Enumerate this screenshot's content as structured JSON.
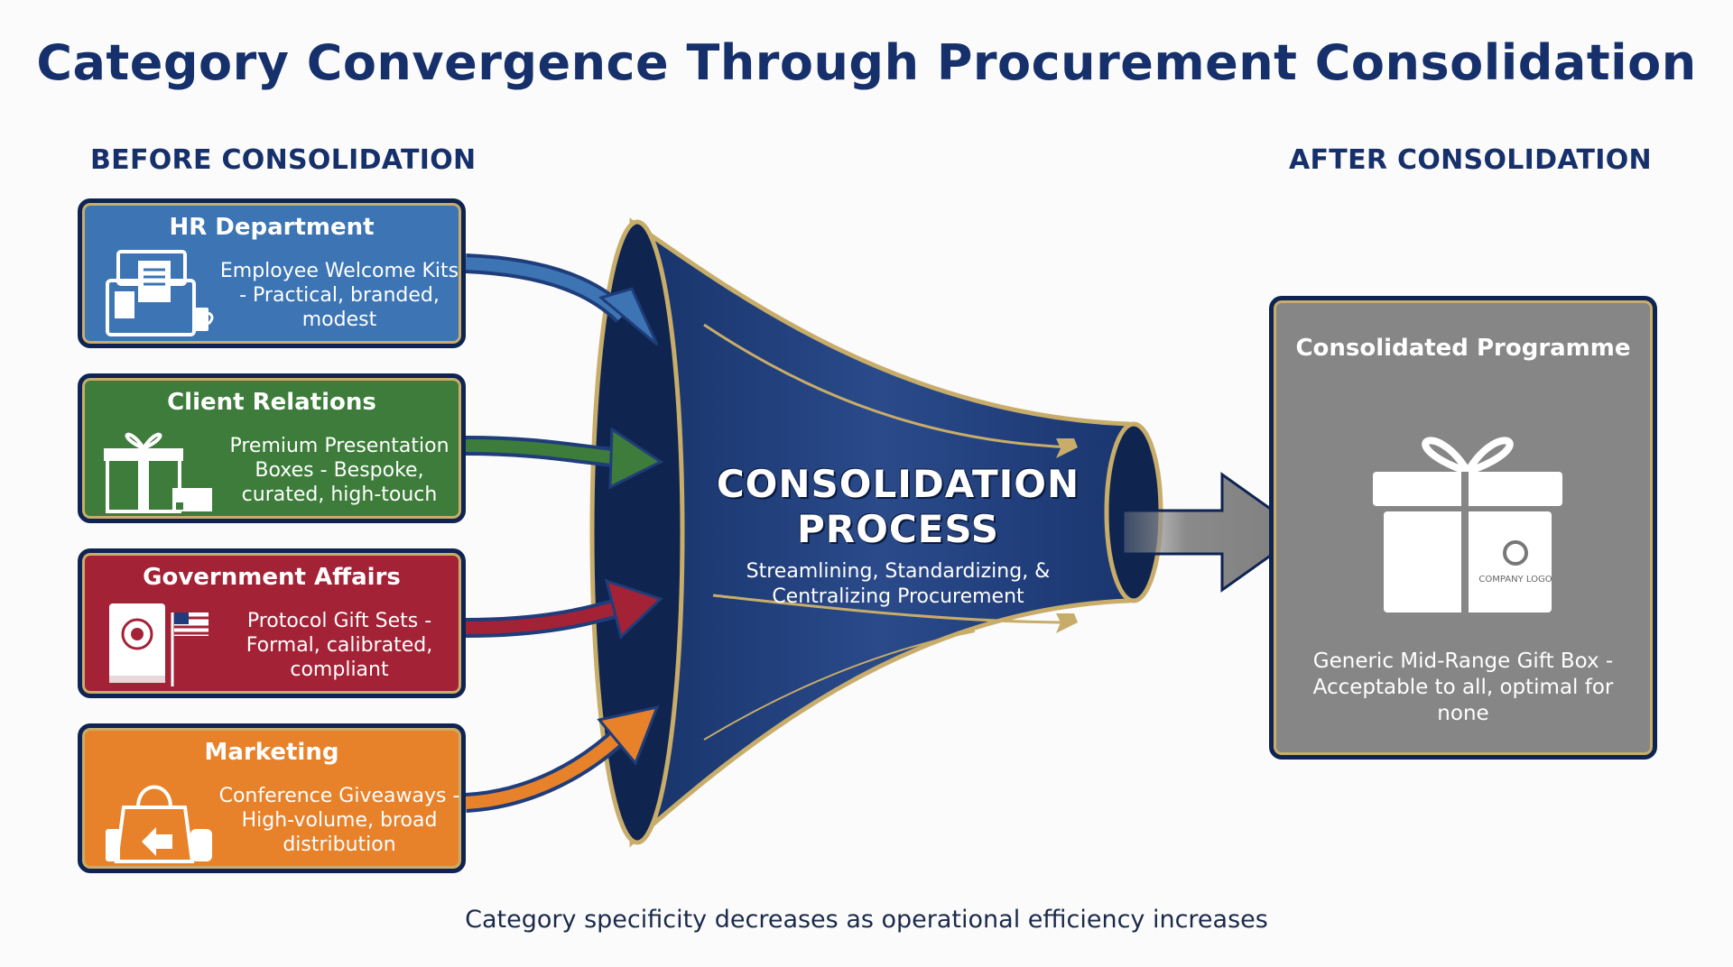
{
  "title": "Category Convergence Through Procurement Consolidation",
  "before_label": "BEFORE CONSOLIDATION",
  "after_label": "AFTER CONSOLIDATION",
  "departments": [
    {
      "name": "HR Department",
      "description": "Employee Welcome Kits - Practical, branded, modest",
      "color": "#3c74b4",
      "icon": "briefcase-kit-icon"
    },
    {
      "name": "Client Relations",
      "description": "Premium Presentation Boxes - Bespoke, curated, high-touch",
      "color": "#3d7c3a",
      "icon": "gift-box-icon"
    },
    {
      "name": "Government Affairs",
      "description": "Protocol Gift Sets - Formal, calibrated, compliant",
      "color": "#a32236",
      "icon": "protocol-book-flag-icon"
    },
    {
      "name": "Marketing",
      "description": "Conference Giveaways - High-volume, broad distribution",
      "color": "#e8822a",
      "icon": "tote-bag-icon"
    }
  ],
  "process": {
    "title": "CONSOLIDATION PROCESS",
    "subtitle": "Streamlining, Standardizing, & Centralizing Procurement",
    "color": "#1d3a73"
  },
  "result": {
    "title": "Consolidated Programme",
    "description": "Generic Mid-Range Gift Box - Acceptable to all, optimal for none",
    "logo_text": "COMPANY LOGO",
    "color": "#868686"
  },
  "footer": "Category specificity decreases as operational efficiency increases"
}
